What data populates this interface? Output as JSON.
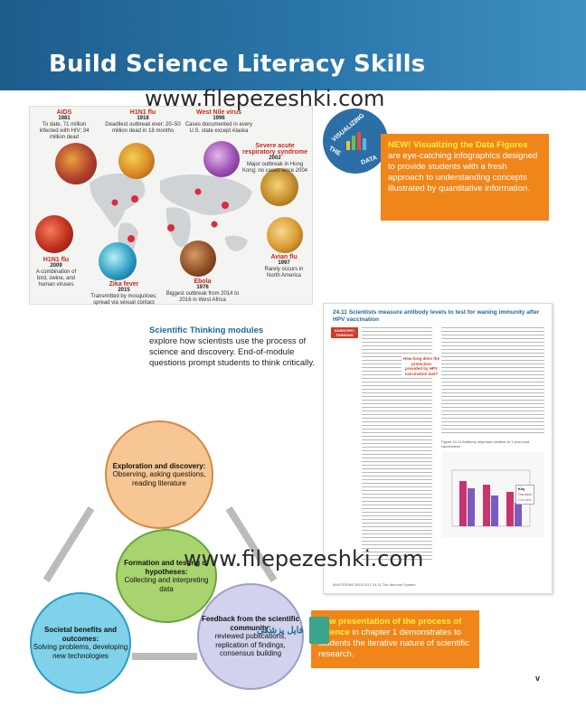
{
  "banner": {
    "title": "Build Science Literacy Skills"
  },
  "watermark": {
    "text": "www.filepezeshki.com"
  },
  "watermark_badge": {
    "text": "فایل پزشکی"
  },
  "viz_badge": {
    "line1": "VISUALIZING",
    "line2": "THE",
    "line3": "DATA"
  },
  "map": {
    "labels": [
      {
        "title": "AIDS",
        "year": "1981",
        "desc": "To date, 71 million infected with HIV; 34 million dead"
      },
      {
        "title": "H1N1 flu",
        "year": "1918",
        "desc": "Deadliest outbreak ever; 20–50 million dead in 18 months"
      },
      {
        "title": "West Nile virus",
        "year": "1996",
        "desc": "Cases documented in every U.S. state except Alaska"
      },
      {
        "title": "Severe acute respiratory syndrome",
        "year": "2002",
        "desc": "Major outbreak in Hong Kong; no cases since 2004"
      },
      {
        "title": "H1N1 flu",
        "year": "2009",
        "desc": "A combination of bird, swine, and human viruses"
      },
      {
        "title": "Zika fever",
        "year": "2015",
        "desc": "Transmitted by mosquitoes; spread via sexual contact"
      },
      {
        "title": "Ebola",
        "year": "1976",
        "desc": "Biggest outbreak from 2014 to 2016 in West Africa"
      },
      {
        "title": "Avian flu",
        "year": "1997",
        "desc": "Rarely occurs in North America"
      }
    ]
  },
  "callout1": {
    "new": "NEW!",
    "highlight": "Visualizing the Data Figures",
    "rest": "are eye-catching infographics designed to provide students with a fresh approach to understanding concepts illustrated by quantitative information."
  },
  "module": {
    "heading": "Scientific Thinking modules",
    "body": "explore how scientists use the process of science and discovery. End-of-module questions prompt students to think critically."
  },
  "textbook": {
    "heading": "24.11 Scientists measure antibody levels to test for waning immunity after HPV vaccination",
    "tag": "SCIENTIFIC THINKING",
    "question": "How long does the protection provided by HPV vaccination last?",
    "chart_caption": "Figure 24.11 Antibody response (relative to 1 year post-vaccination)",
    "legend": [
      "Key",
      "Gardasil",
      "Cervarix"
    ],
    "footer": "MASTERING BIOLOGY 24.11 The Immune System"
  },
  "cycle": {
    "exploration": {
      "heading": "Exploration and discovery:",
      "body": "Observing, asking questions, reading literature"
    },
    "formation": {
      "heading": "Formation and testing of hypotheses:",
      "body": "Collecting and interpreting data"
    },
    "societal": {
      "heading": "Societal benefits and outcomes:",
      "body": "Solving problems, developing new technologies"
    },
    "feedback": {
      "heading": "Feedback from the scientific community:",
      "body": "reviewed publications, replication of findings, consensus building"
    }
  },
  "callout2": {
    "highlight": "New presentation of the process of science",
    "rest": "in chapter 1 demonstrates to students the iterative nature of scientific research."
  },
  "page": {
    "number": "v"
  }
}
